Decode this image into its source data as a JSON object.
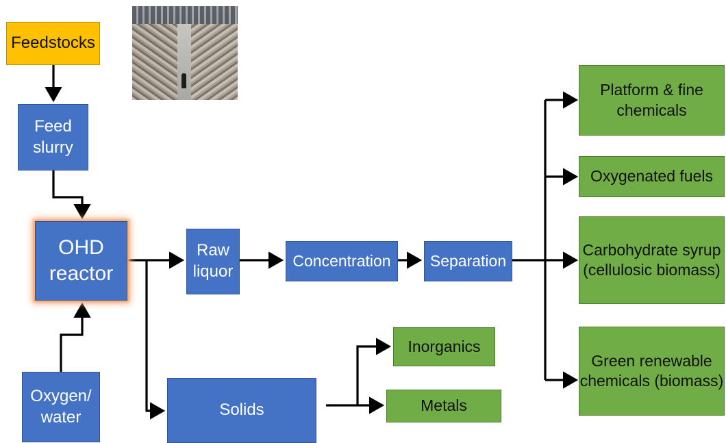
{
  "nodes": {
    "feedstocks": "Feedstocks",
    "feed_slurry": "Feed\nslurry",
    "ohd_reactor": "OHD\nreactor",
    "oxygen_water": "Oxygen/\nwater",
    "raw_liquor": "Raw\nliquor",
    "concentration": "Concentration",
    "separation": "Separation",
    "solids": "Solids",
    "inorganics": "Inorganics",
    "metals": "Metals",
    "platform_chemicals": "Platform & fine\nchemicals",
    "oxygenated_fuels": "Oxygenated fuels",
    "carbohydrate_syrup": "Carbohydrate syrup\n(cellulosic biomass)",
    "green_chemicals": "Green renewable\nchemicals (biomass)"
  },
  "colors": {
    "process": "#4472c4",
    "product": "#70ad47",
    "input": "#ffc000",
    "highlight": "#f4b183"
  }
}
